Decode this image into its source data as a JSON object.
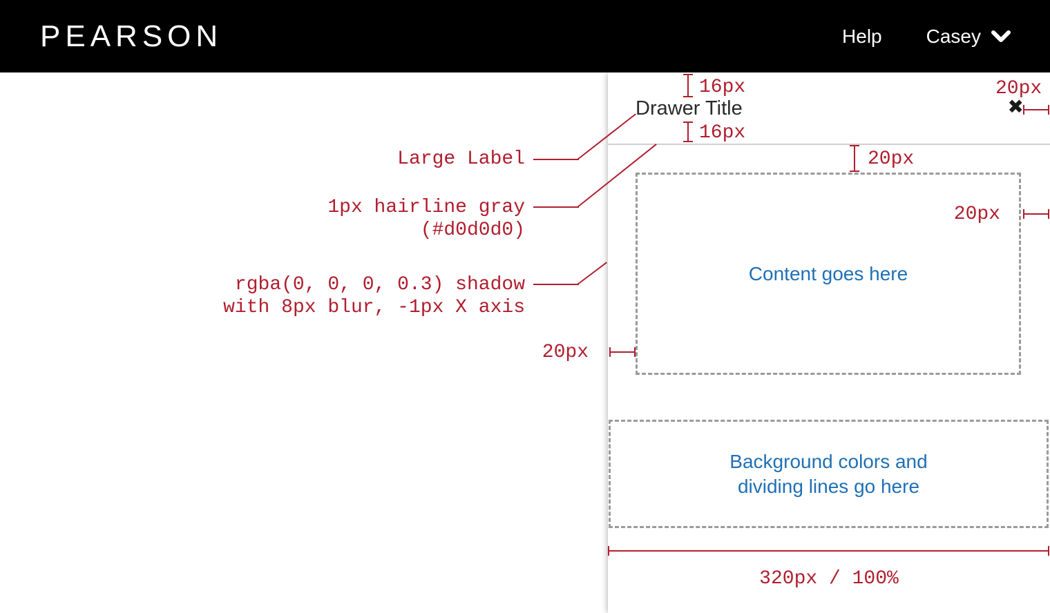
{
  "header": {
    "brand": "PEARSON",
    "help": "Help",
    "user": "Casey"
  },
  "drawer": {
    "title": "Drawer Title",
    "close": "✖",
    "content_box": "Content goes here",
    "background_box_line1": "Background colors and",
    "background_box_line2": "dividing lines go here"
  },
  "annotations": {
    "title_top_gap": "16px",
    "title_bottom_gap": "16px",
    "close_right_gap": "20px",
    "large_label": "Large Label",
    "hairline_label_line1": "1px hairline gray",
    "hairline_label_line2": "(#d0d0d0)",
    "shadow_label_line1": "rgba(0, 0, 0, 0.3) shadow",
    "shadow_label_line2": "with 8px blur, -1px X axis",
    "content_left_gap": "20px",
    "content_top_gap": "20px",
    "content_right_gap": "20px",
    "drawer_width": "320px / 100%"
  },
  "colors": {
    "annotation_red": "#b01e2e",
    "content_blue": "#1f70b5",
    "hairline_gray": "#d0d0d0",
    "header_black": "#000000"
  }
}
